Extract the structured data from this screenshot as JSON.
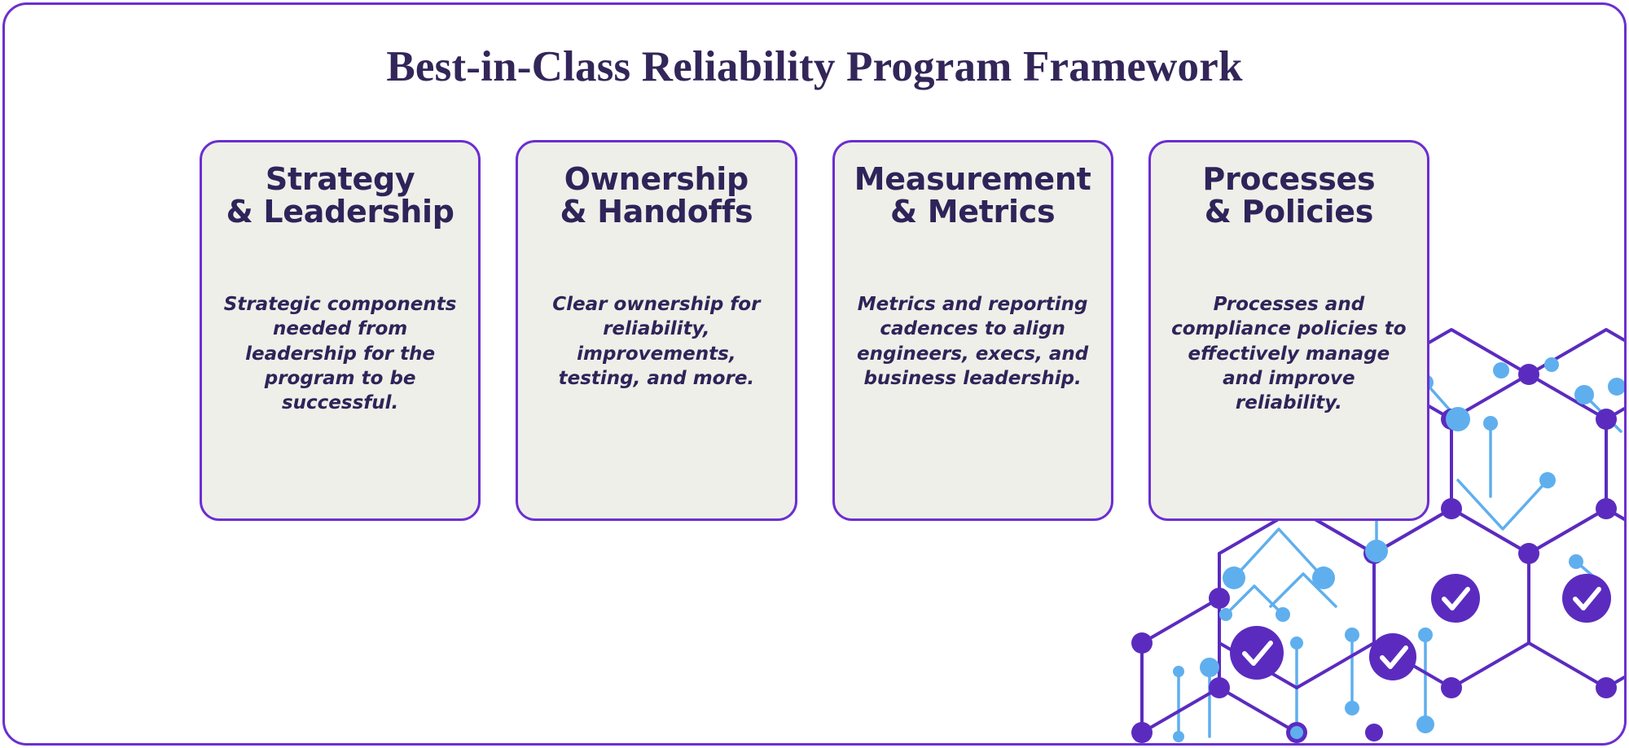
{
  "page": {
    "title": "Best-in-Class Reliability Program Framework",
    "frame_border_color": "#6B2FD0",
    "background_color": "#FFFFFF",
    "title_color": "#332659"
  },
  "cards": [
    {
      "title": "Strategy\n& Leadership",
      "body": "Strategic components needed from leadership for the program to be successful.",
      "fill_color": "#EFEFE9",
      "border_color": "#6B2FD0",
      "text_color": "#2E2459"
    },
    {
      "title": "Ownership\n& Handoffs",
      "body": "Clear ownership for reliability, improvements, testing, and more.",
      "fill_color": "#EFEFE9",
      "border_color": "#6B2FD0",
      "text_color": "#2E2459"
    },
    {
      "title": "Measurement\n& Metrics",
      "body": "Metrics and reporting cadences to align engineers, execs, and business leadership.",
      "fill_color": "#EFEFE9",
      "border_color": "#6B2FD0",
      "text_color": "#2E2459"
    },
    {
      "title": "Processes\n& Policies",
      "body": "Processes and compliance policies to effectively manage and improve reliability.",
      "fill_color": "#EFEFE9",
      "border_color": "#6B2FD0",
      "text_color": "#2E2459"
    }
  ],
  "decoration": {
    "name": "hexagon-network-pattern",
    "hex_stroke_color": "#5B2BBF",
    "node_color": "#5B2BBF",
    "accent_color": "#5FAFEE",
    "badge_color": "#5B2BBF",
    "badge_icon": "check-icon",
    "badge_icon_color": "#FFFFFF",
    "badge_count": 4
  }
}
